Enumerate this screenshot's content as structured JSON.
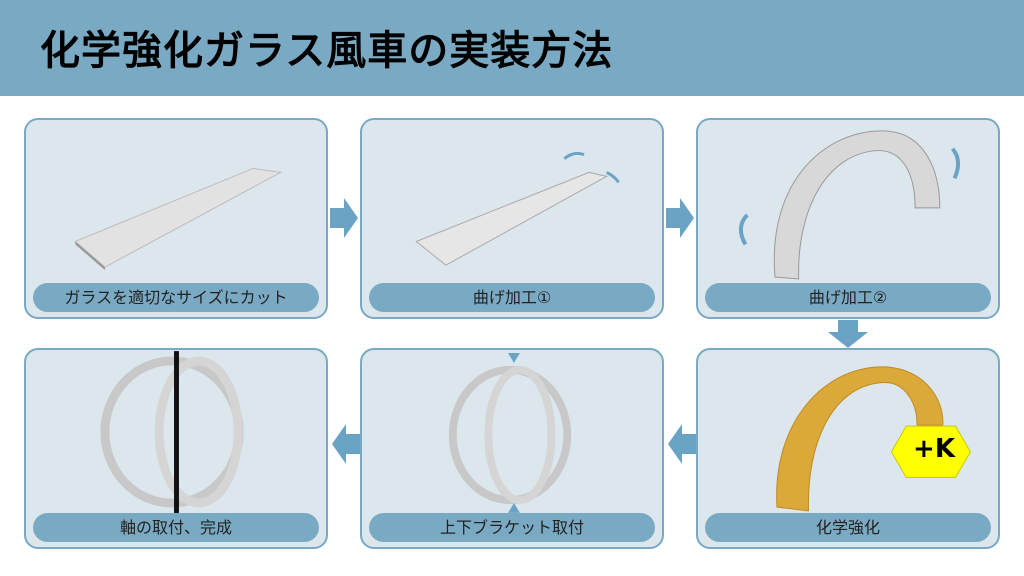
{
  "title": "化学強化ガラス風車の実装方法",
  "steps": [
    {
      "label": "ガラスを適切なサイズにカット"
    },
    {
      "label": "曲げ加工①"
    },
    {
      "label": "曲げ加工②"
    },
    {
      "label": "化学強化",
      "badge": "+K"
    },
    {
      "label": "上下ブラケット取付"
    },
    {
      "label": "軸の取付、完成"
    }
  ],
  "colors": {
    "header": "#7aaac3",
    "panel": "#dbe6ed",
    "gold": "#dba83a",
    "badge": "#ffff00"
  }
}
